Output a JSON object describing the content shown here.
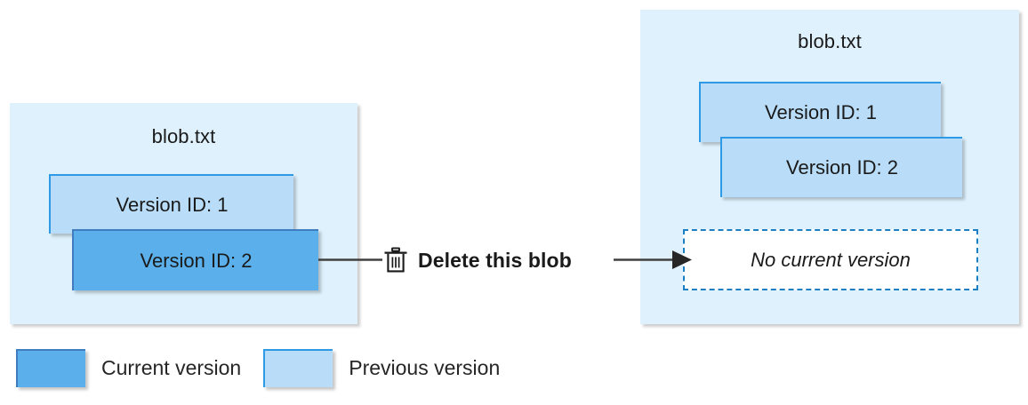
{
  "diagram": {
    "title_before": "blob.txt",
    "title_after": "blob.txt",
    "before": {
      "container_label": "blob.txt",
      "versions": [
        {
          "label": "Version ID: 1",
          "state": "previous"
        },
        {
          "label": "Version ID: 2",
          "state": "current"
        }
      ]
    },
    "after": {
      "container_label": "blob.txt",
      "versions": [
        {
          "label": "Version ID: 1",
          "state": "previous"
        },
        {
          "label": "Version ID: 2",
          "state": "previous"
        }
      ],
      "empty_slot_label": "No current version"
    },
    "action": {
      "label": "Delete this blob",
      "icon": "trash-icon"
    },
    "legend": [
      {
        "label": "Current version",
        "state": "current",
        "color": "#5bb0ec"
      },
      {
        "label": "Previous version",
        "state": "previous",
        "color": "#b9ddf8"
      }
    ],
    "colors": {
      "container_background": "#def1fc",
      "current_version": "#5bb0ec",
      "previous_version": "#b9ddf8",
      "previous_border": "#2e9ae6",
      "current_border": "#3f7cc0",
      "dashed_border": "#1b7fc4",
      "connector": "#404040",
      "text": "#1a1a1a"
    }
  }
}
